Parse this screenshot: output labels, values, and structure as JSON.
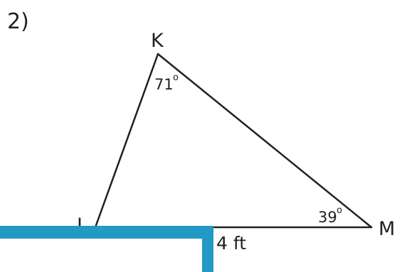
{
  "problem": {
    "number": "2)"
  },
  "triangle": {
    "vertices": {
      "K": "K",
      "L": "L",
      "M": "M"
    },
    "angles": {
      "K": "71",
      "M": "39",
      "degree_symbol": "o"
    },
    "side_LM": "4 ft"
  },
  "colors": {
    "line": "#231f20",
    "text": "#231f20",
    "overlay_bar": "#2399c6"
  }
}
